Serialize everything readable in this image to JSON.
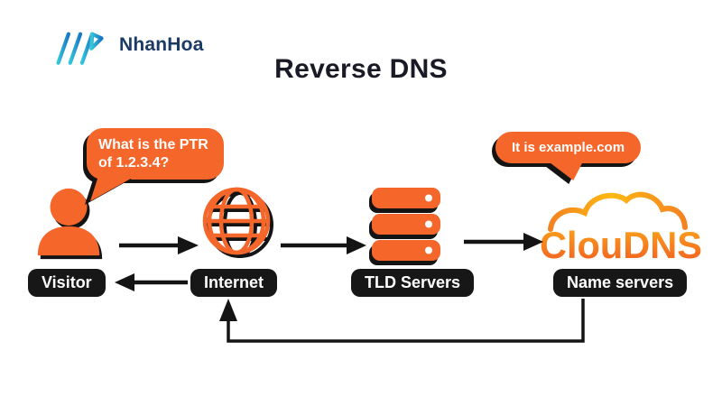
{
  "brand": {
    "name": "NhanHoa"
  },
  "title": "Reverse DNS",
  "bubbles": {
    "question": {
      "line1": "What is the PTR",
      "line2": "of 1.2.3.4?"
    },
    "answer": {
      "text": "It is example.com"
    }
  },
  "nodes": {
    "visitor": {
      "label": "Visitor"
    },
    "internet": {
      "label": "Internet"
    },
    "tld": {
      "label": "TLD Servers"
    },
    "nameservers": {
      "label": "Name servers",
      "wordmark": "ClouDNS"
    }
  },
  "colors": {
    "accent_orange": "#F4662A",
    "label_black": "#171717",
    "arrow_black": "#141414",
    "title_color": "#1A1A26",
    "brand_navy": "#1B3B66",
    "brand_gradient": [
      "#35C7D9",
      "#1876C5"
    ],
    "cloud_gradient": [
      "#F58220",
      "#FDB913"
    ],
    "wordmark_gradient": [
      "#FBA819",
      "#F15B22"
    ]
  }
}
